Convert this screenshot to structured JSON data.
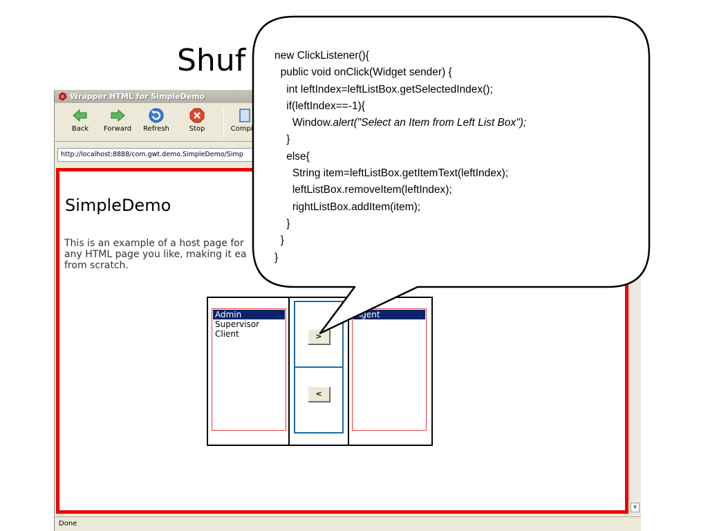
{
  "slide": {
    "title": "Shuf"
  },
  "browser": {
    "window_title": "Wrapper HTML for SimpleDemo",
    "toolbar": {
      "back": "Back",
      "forward": "Forward",
      "refresh": "Refresh",
      "stop": "Stop",
      "compile": "Compil"
    },
    "url": "http://localhost:8888/com.gwt.demo.SimpleDemo/Simp",
    "status": "Done"
  },
  "page": {
    "heading": "SimpleDemo",
    "description_lines": [
      "This is an example of a host page for",
      "any HTML page you like, making it ea",
      "from scratch."
    ]
  },
  "shuffle": {
    "left_items": [
      "Admin",
      "Supervisor",
      "Client"
    ],
    "left_selected": "Admin",
    "right_items": [
      "Agent"
    ],
    "right_selected": "Agent",
    "move_right_label": ">",
    "move_left_label": "<"
  },
  "callout": {
    "code": [
      "new ClickListener(){",
      "  public void onClick(Widget sender) {",
      "    int leftIndex=leftListBox.getSelectedIndex();",
      "    if(leftIndex==-1){",
      "      Window.",
      "    }",
      "    else{",
      "      String item=leftListBox.getItemText(leftIndex);",
      "      leftListBox.removeItem(leftIndex);",
      "      rightListBox.addItem(item);",
      "    }",
      "  }",
      "}"
    ],
    "code_italic_part": "alert(\"Select an Item from Left List Box\");"
  },
  "colors": {
    "content_border": "#ee0000",
    "selection": "#0a246a",
    "button_box_border": "#1a6aa8"
  }
}
